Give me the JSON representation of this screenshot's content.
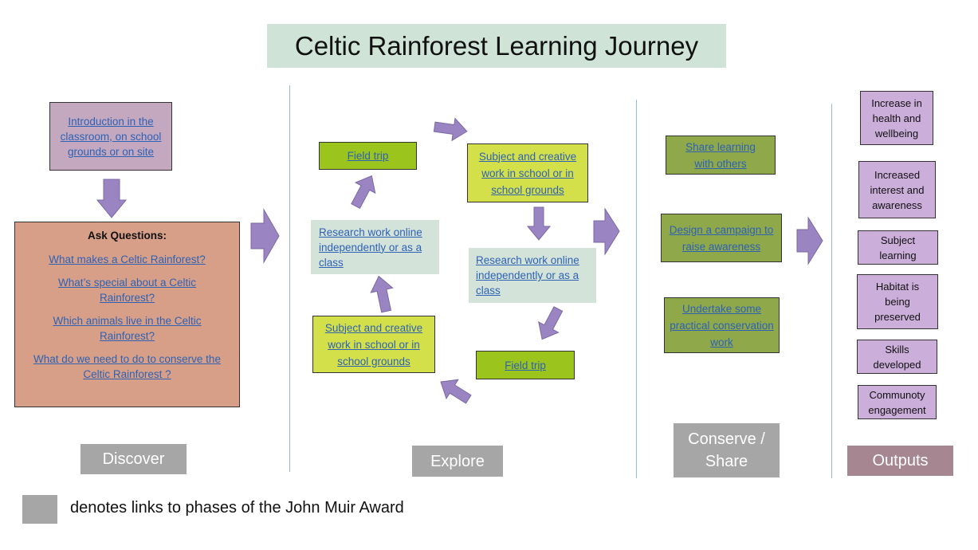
{
  "title": "Celtic Rainforest Learning Journey",
  "discover": {
    "intro": "Introduction in the classroom, on school grounds or on site",
    "ask_heading": "Ask Questions:",
    "questions": [
      "What makes a Celtic Rainforest?",
      "What’s special about a Celtic Rainforest?",
      "Which animals live in the Celtic Rainforest?",
      "What do we need to do to conserve the Celtic Rainforest ?"
    ],
    "label": "Discover"
  },
  "explore": {
    "field_trip_1": "Field trip",
    "subject_creative_1": "Subject and creative work in school or in school grounds",
    "research_1": "Research work online independently or as a class",
    "research_2": "Research work online independently or as a class",
    "subject_creative_2": "Subject and creative work in school or in school grounds",
    "field_trip_2": "Field trip",
    "label": "Explore"
  },
  "conserve": {
    "items": [
      "Share learning with others",
      "Design a campaign to raise awareness",
      "Undertake some practical conservation work"
    ],
    "label": "Conserve / Share"
  },
  "outputs": {
    "items": [
      "Increase in health and wellbeing",
      "Increased interest and awareness",
      "Subject learning",
      "Habitat is being preserved",
      "Skills developed",
      "Communoty engagement"
    ],
    "label": "Outputs"
  },
  "legend": "denotes links to phases of the John Muir Award",
  "colors": {
    "title_bg": "#cfe3d6",
    "intro_bg": "#c4a8bf",
    "questions_bg": "#d79f88",
    "green_bg": "#9bc41c",
    "yellow_bg": "#d4e04a",
    "mint_bg": "#d4e3da",
    "olive_bg": "#8fa84a",
    "output_bg": "#ccaedb",
    "grey_label": "#a6a6a6",
    "outputs_label": "#a58691",
    "arrow": "#9a85c2"
  }
}
